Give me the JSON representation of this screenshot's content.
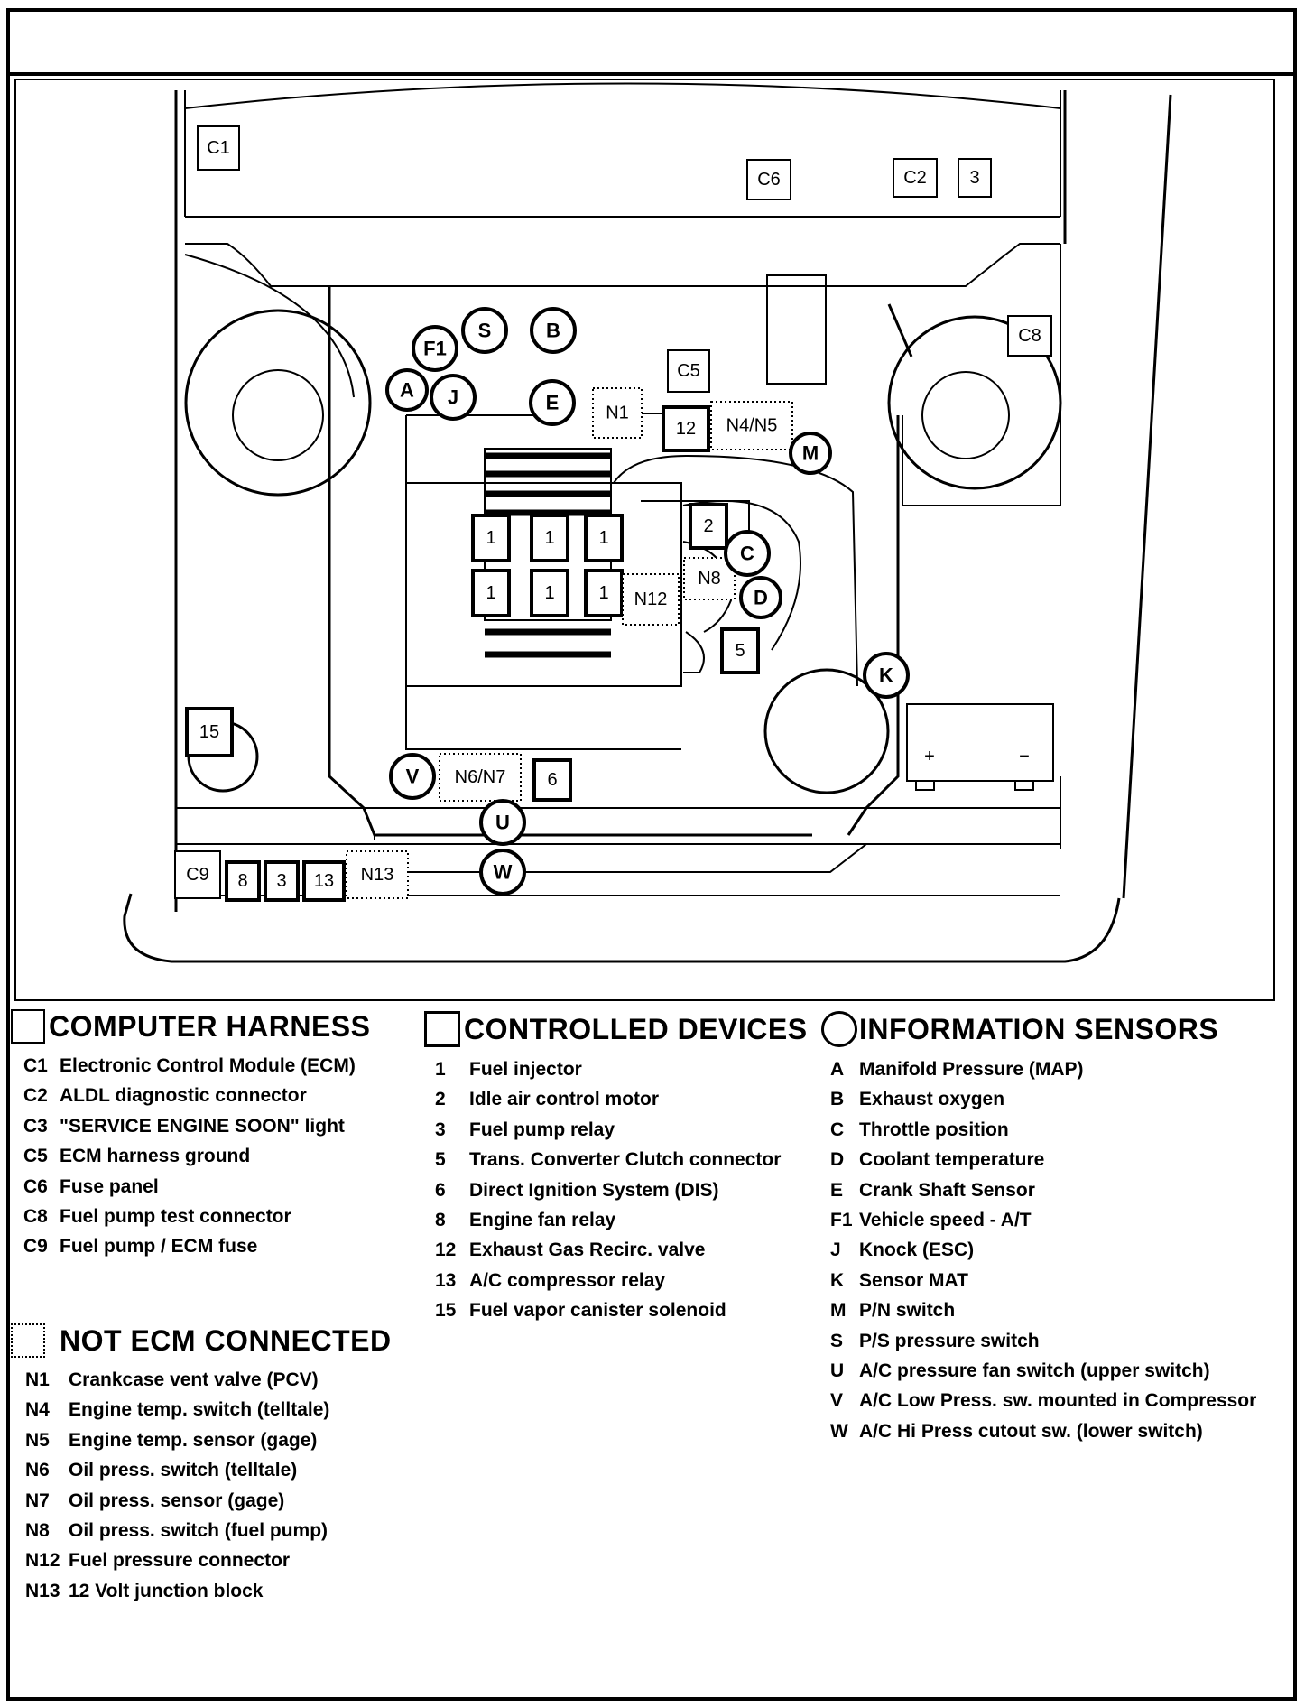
{
  "diagram": {
    "computer_harness": [
      "C1",
      "C2",
      "C5",
      "C6",
      "C8",
      "C9"
    ],
    "computer_harness_extra": [
      "3"
    ],
    "controlled_devices": [
      "12",
      "1",
      "1",
      "1",
      "1",
      "1",
      "1",
      "2",
      "5",
      "6",
      "15",
      "8",
      "3",
      "13"
    ],
    "not_ecm": [
      "N1",
      "N4/N5",
      "N8",
      "N12",
      "N6/N7",
      "N13"
    ],
    "sensors": [
      "S",
      "B",
      "F1",
      "A",
      "J",
      "E",
      "M",
      "C",
      "D",
      "K",
      "V",
      "U",
      "W"
    ],
    "battery_plus": "+",
    "battery_minus": "−"
  },
  "legend": {
    "computer_harness": {
      "title": "COMPUTER HARNESS",
      "items": [
        {
          "code": "C1",
          "text": "Electronic Control Module (ECM)"
        },
        {
          "code": "C2",
          "text": "ALDL diagnostic connector"
        },
        {
          "code": "C3",
          "text": "\"SERVICE ENGINE SOON\" light"
        },
        {
          "code": "C5",
          "text": "ECM harness ground"
        },
        {
          "code": "C6",
          "text": "Fuse panel"
        },
        {
          "code": "C8",
          "text": "Fuel pump test connector"
        },
        {
          "code": "C9",
          "text": "Fuel pump / ECM fuse"
        }
      ]
    },
    "controlled_devices": {
      "title": "CONTROLLED DEVICES",
      "items": [
        {
          "code": "1",
          "text": "Fuel injector"
        },
        {
          "code": "2",
          "text": "Idle air control motor"
        },
        {
          "code": "3",
          "text": "Fuel pump relay"
        },
        {
          "code": "5",
          "text": "Trans. Converter Clutch connector"
        },
        {
          "code": "6",
          "text": "Direct Ignition System  (DIS)"
        },
        {
          "code": "8",
          "text": "Engine fan relay"
        },
        {
          "code": "12",
          "text": "Exhaust Gas Recirc. valve"
        },
        {
          "code": "13",
          "text": "A/C compressor relay"
        },
        {
          "code": "15",
          "text": "Fuel vapor canister solenoid"
        }
      ]
    },
    "information_sensors": {
      "title": "INFORMATION SENSORS",
      "items": [
        {
          "code": "A",
          "text": "Manifold Pressure (MAP)"
        },
        {
          "code": "B",
          "text": "Exhaust oxygen"
        },
        {
          "code": "C",
          "text": "Throttle position"
        },
        {
          "code": "D",
          "text": "Coolant temperature"
        },
        {
          "code": "E",
          "text": "Crank Shaft Sensor"
        },
        {
          "code": "F1",
          "text": "Vehicle speed - A/T"
        },
        {
          "code": "J",
          "text": "Knock (ESC)"
        },
        {
          "code": "K",
          "text": "Sensor MAT"
        },
        {
          "code": "M",
          "text": "P/N switch"
        },
        {
          "code": "S",
          "text": "P/S pressure switch"
        },
        {
          "code": "U",
          "text": "A/C pressure fan switch (upper switch)"
        },
        {
          "code": "V",
          "text": "A/C Low Press. sw. mounted in Compressor"
        },
        {
          "code": "W",
          "text": "A/C Hi Press cutout sw. (lower switch)"
        }
      ]
    },
    "not_ecm_connected": {
      "title": "NOT ECM CONNECTED",
      "items": [
        {
          "code": "N1",
          "text": "Crankcase vent valve (PCV)"
        },
        {
          "code": "N4",
          "text": "Engine temp. switch (telltale)"
        },
        {
          "code": "N5",
          "text": "Engine temp. sensor (gage)"
        },
        {
          "code": "N6",
          "text": "Oil press. switch (telltale)"
        },
        {
          "code": "N7",
          "text": "Oil press. sensor (gage)"
        },
        {
          "code": "N8",
          "text": "Oil press. switch (fuel pump)"
        },
        {
          "code": "N12",
          "text": "Fuel  pressure connector"
        },
        {
          "code": "N13",
          "text": "12 Volt junction block"
        }
      ]
    }
  }
}
